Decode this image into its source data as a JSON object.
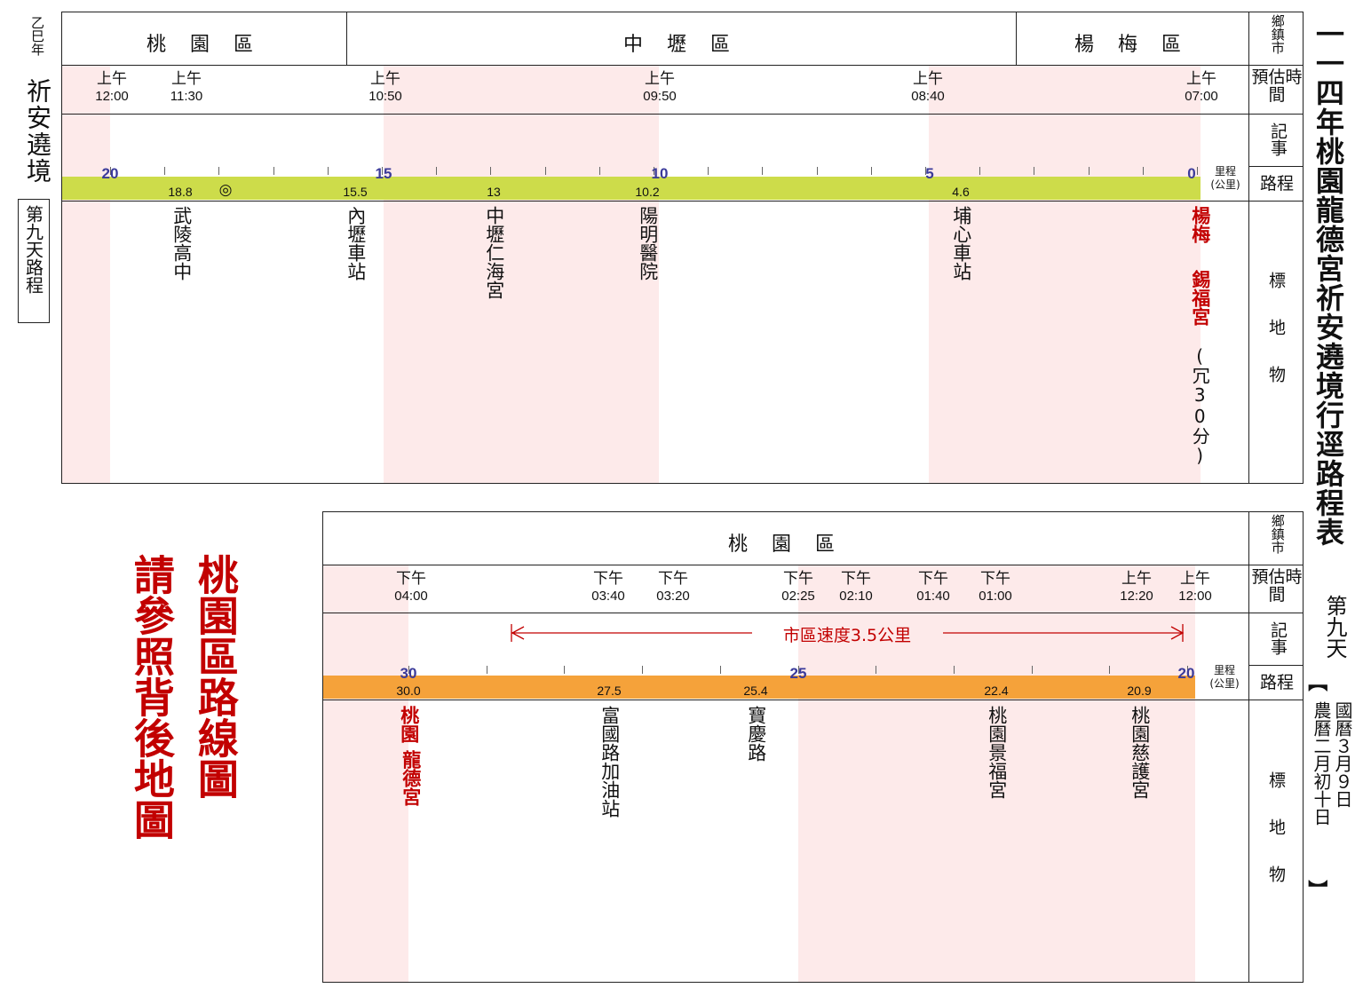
{
  "left_margin": {
    "year": "乙巳年",
    "title": "祈安遶境",
    "day_box": "第九天路程"
  },
  "right_margin": {
    "title": "一一四年桃園龍德宮祈安遶境行逕路程表",
    "day": "第九天",
    "bracket_open": "【",
    "bracket_close": "】",
    "solar": "國曆３月９日",
    "lunar": "農曆二月初十日"
  },
  "row_labels": {
    "town": "鄉鎮市",
    "time": "預估時間",
    "note": "記事",
    "route": "路程",
    "landmark": "標地物",
    "unit_top": "里程",
    "unit_bottom": "(公里)"
  },
  "panel1": {
    "districts": [
      "桃 園 區",
      "中 壢 區",
      "楊 梅 區"
    ],
    "times": [
      {
        "period": "上午",
        "time": "12:00"
      },
      {
        "period": "上午",
        "time": "11:30"
      },
      {
        "period": "上午",
        "time": "10:50"
      },
      {
        "period": "上午",
        "time": "09:50"
      },
      {
        "period": "上午",
        "time": "08:40"
      },
      {
        "period": "上午",
        "time": "07:00"
      }
    ],
    "km_labels": [
      "20",
      "15",
      "10",
      "5",
      "0"
    ],
    "distances": [
      "18.8",
      "◎",
      "15.5",
      "13",
      "10.2",
      "4.6"
    ],
    "landmarks": [
      "武陵高中",
      "內壢車站",
      "中壢仁海宮",
      "陽明醫院",
      "埔心車站"
    ],
    "start_landmark": {
      "line1": "楊梅",
      "line2": "錫福宮",
      "note": "(冗30分)"
    }
  },
  "panel2": {
    "district": "桃 園 區",
    "times": [
      {
        "period": "下午",
        "time": "04:00"
      },
      {
        "period": "下午",
        "time": "03:40"
      },
      {
        "period": "下午",
        "time": "03:20"
      },
      {
        "period": "下午",
        "time": "02:25"
      },
      {
        "period": "下午",
        "time": "02:10"
      },
      {
        "period": "下午",
        "time": "01:40"
      },
      {
        "period": "下午",
        "time": "01:00"
      },
      {
        "period": "上午",
        "time": "12:20"
      },
      {
        "period": "上午",
        "time": "12:00"
      }
    ],
    "note": {
      "text1": "市區速度",
      "text2": "3.5公里"
    },
    "km_labels": [
      "30",
      "25",
      "20"
    ],
    "distances": [
      "30.0",
      "27.5",
      "25.4",
      "22.4",
      "20.9"
    ],
    "end_landmark": {
      "line1": "桃園",
      "line2": "龍德宮"
    },
    "landmarks": [
      "富國路加油站",
      "寶慶路",
      "桃園景福宮",
      "桃園慈護宮"
    ]
  },
  "side_note": {
    "col1": "桃園區路線圖",
    "col2": "請參照背後地圖"
  },
  "colors": {
    "band": "#fdeaea",
    "bar1": "#cddc4a",
    "bar2": "#f5a23a",
    "accent_red": "#c20000",
    "km_label": "#3b3b9a"
  }
}
